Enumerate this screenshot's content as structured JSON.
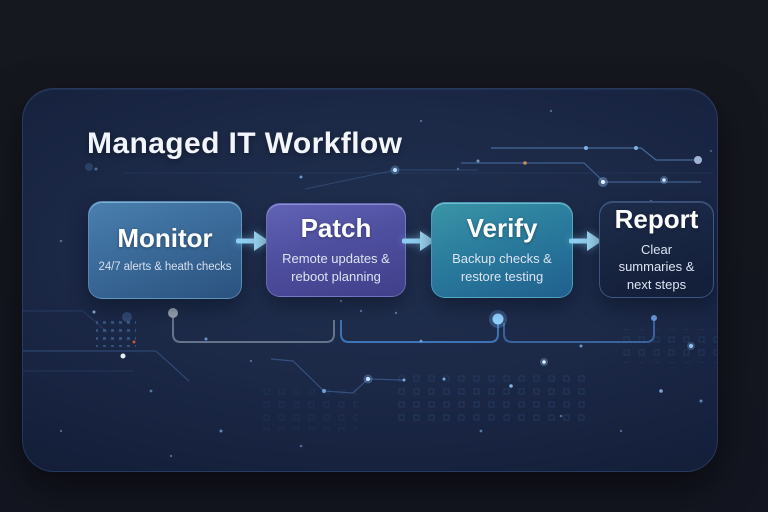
{
  "header": {
    "title": "Managed IT Workflow"
  },
  "workflow": {
    "steps": [
      {
        "label": "Monitor",
        "description": "24/7 alerts & heath checks",
        "gradient_top": "#4a7fae",
        "gradient_bottom": "#2b527f"
      },
      {
        "label": "Patch",
        "description": "Remote updates & reboot planning",
        "gradient_top": "#6163b4",
        "gradient_bottom": "#403f8a"
      },
      {
        "label": "Verify",
        "description": "Backup checks & restore testing",
        "gradient_top": "#3a95a6",
        "gradient_bottom": "#20608e"
      },
      {
        "label": "Report",
        "description": "Clear summaries & next steps",
        "gradient_top": "#1d2c4a",
        "gradient_bottom": "#131e38"
      }
    ],
    "arrow_color": "#8ecdf0"
  },
  "theme": {
    "page_background": "#14161e",
    "panel_background": "#1b2846",
    "title_color": "#f2f5fb",
    "accent_dot": "#93d2ff",
    "connector_gray": "#6e7b92",
    "connector_blue": "#3e73b5"
  }
}
